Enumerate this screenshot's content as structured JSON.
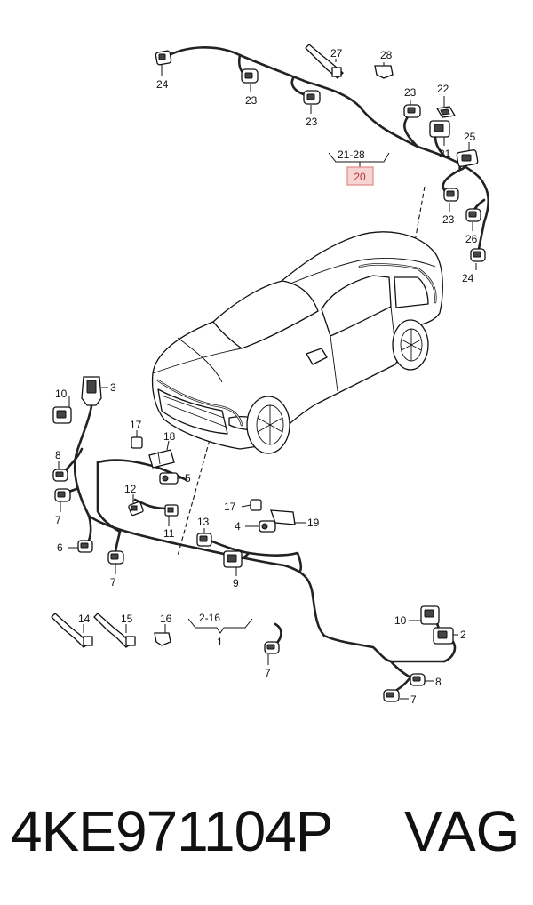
{
  "diagram": {
    "highlight_label": "20",
    "group_labels": {
      "rear_range": "21-28",
      "front_range": "2-16",
      "front_group": "1"
    },
    "callouts": [
      {
        "id": "c24a",
        "text": "24"
      },
      {
        "id": "c27",
        "text": "27"
      },
      {
        "id": "c28",
        "text": "28"
      },
      {
        "id": "c23a",
        "text": "23"
      },
      {
        "id": "c23b",
        "text": "23"
      },
      {
        "id": "c23c",
        "text": "23"
      },
      {
        "id": "c22",
        "text": "22"
      },
      {
        "id": "c21",
        "text": "21"
      },
      {
        "id": "c25",
        "text": "25"
      },
      {
        "id": "c23d",
        "text": "23"
      },
      {
        "id": "c26",
        "text": "26"
      },
      {
        "id": "c24b",
        "text": "24"
      },
      {
        "id": "c10a",
        "text": "10"
      },
      {
        "id": "c3",
        "text": "3"
      },
      {
        "id": "c17a",
        "text": "17"
      },
      {
        "id": "c18",
        "text": "18"
      },
      {
        "id": "c8a",
        "text": "8"
      },
      {
        "id": "c5",
        "text": "5"
      },
      {
        "id": "c12",
        "text": "12"
      },
      {
        "id": "c7a",
        "text": "7"
      },
      {
        "id": "c11",
        "text": "11"
      },
      {
        "id": "c6",
        "text": "6"
      },
      {
        "id": "c7b",
        "text": "7"
      },
      {
        "id": "c17b",
        "text": "17"
      },
      {
        "id": "c19",
        "text": "19"
      },
      {
        "id": "c13",
        "text": "13"
      },
      {
        "id": "c4",
        "text": "4"
      },
      {
        "id": "c9",
        "text": "9"
      },
      {
        "id": "c14",
        "text": "14"
      },
      {
        "id": "c15",
        "text": "15"
      },
      {
        "id": "c16",
        "text": "16"
      },
      {
        "id": "c10b",
        "text": "10"
      },
      {
        "id": "c2",
        "text": "2"
      },
      {
        "id": "c7c",
        "text": "7"
      },
      {
        "id": "c8b",
        "text": "8"
      },
      {
        "id": "c7d",
        "text": "7"
      }
    ]
  },
  "footer": {
    "part_number": "4KE971104P",
    "manufacturer": "VAG"
  }
}
